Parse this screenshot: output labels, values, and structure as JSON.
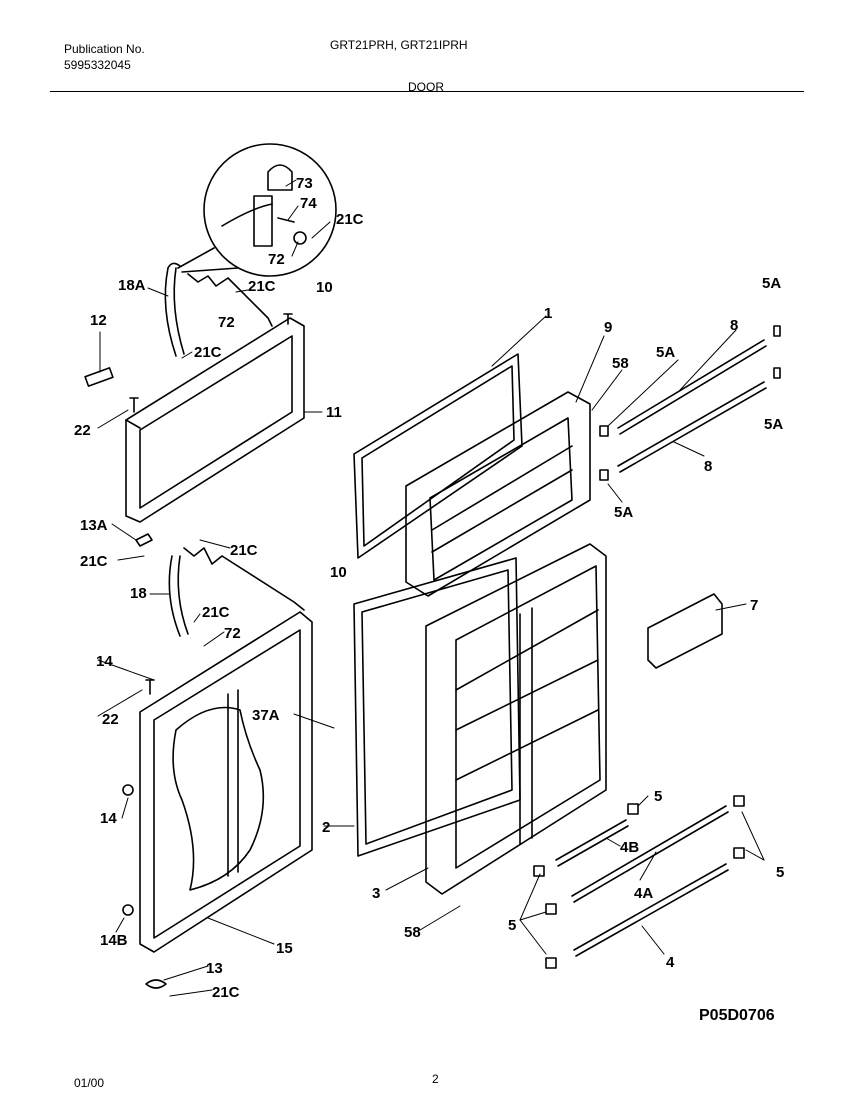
{
  "header": {
    "publication_label": "Publication No.",
    "publication_number": "5995332045",
    "models": "GRT21PRH, GRT21IPRH",
    "section": "DOOR"
  },
  "callouts": {
    "c73": "73",
    "c74": "74",
    "c21c_inset": "21C",
    "c72_inset": "72",
    "c18a": "18A",
    "c21c_a": "21C",
    "c10_a": "10",
    "c72_a": "72",
    "c12": "12",
    "c21c_b": "21C",
    "c22_a": "22",
    "c11": "11",
    "c13a": "13A",
    "c21c_c": "21C",
    "c21c_d": "21C",
    "c18": "18",
    "c21c_e": "21C",
    "c72_b": "72",
    "c10_b": "10",
    "c14_a": "14",
    "c22_b": "22",
    "c37a": "37A",
    "c14_b": "14",
    "c14b": "14B",
    "c15": "15",
    "c13": "13",
    "c21c_f": "21C",
    "c2": "2",
    "c1": "1",
    "c9": "9",
    "c58_a": "58",
    "c5a_a": "5A",
    "c8_a": "8",
    "c5a_b": "5A",
    "c5a_c": "5A",
    "c8_b": "8",
    "c5a_d": "5A",
    "c7": "7",
    "c3": "3",
    "c58_b": "58",
    "c5_a": "5",
    "c4b": "4B",
    "c4a": "4A",
    "c5_b": "5",
    "c5_c": "5",
    "c4": "4"
  },
  "drawing_code": "P05D0706",
  "footer": {
    "date": "01/00",
    "page": "2"
  }
}
